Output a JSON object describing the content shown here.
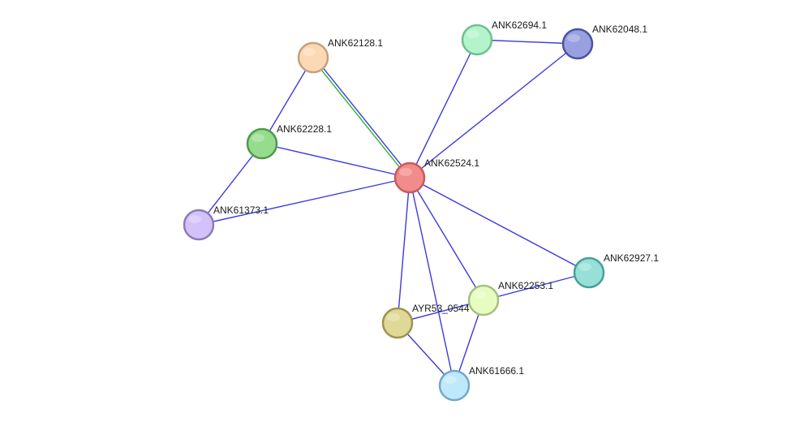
{
  "network": {
    "edge_color": "#3b3bdb",
    "edge_color_alt": "#2db32d",
    "nodes": [
      {
        "id": "ANK62524.1",
        "label": "ANK62524.1",
        "fill": "#f28b8b",
        "stroke": "#c85a5a"
      },
      {
        "id": "ANK62128.1",
        "label": "ANK62128.1",
        "fill": "#fcd9b6",
        "stroke": "#c7a07a"
      },
      {
        "id": "ANK62228.1",
        "label": "ANK62228.1",
        "fill": "#96dc8e",
        "stroke": "#4f9a48"
      },
      {
        "id": "ANK61373.1",
        "label": "ANK61373.1",
        "fill": "#d3c2fa",
        "stroke": "#8d7ab8"
      },
      {
        "id": "ANK62694.1",
        "label": "ANK62694.1",
        "fill": "#b4f4cc",
        "stroke": "#6fbf8f"
      },
      {
        "id": "ANK62048.1",
        "label": "ANK62048.1",
        "fill": "#98a0e0",
        "stroke": "#4a54a0"
      },
      {
        "id": "ANK62927.1",
        "label": "ANK62927.1",
        "fill": "#96e0d8",
        "stroke": "#4a9e96"
      },
      {
        "id": "ANK62253.1",
        "label": "ANK62253.1",
        "fill": "#e6fcc0",
        "stroke": "#a6c080"
      },
      {
        "id": "AYR53_0544",
        "label": "AYR53_0544",
        "fill": "#e0d896",
        "stroke": "#9c9450"
      },
      {
        "id": "ANK61666.1",
        "label": "ANK61666.1",
        "fill": "#c0e8fc",
        "stroke": "#74a8c8"
      }
    ],
    "edges": [
      {
        "source": "ANK62128.1",
        "target": "ANK62524.1",
        "multi": true
      },
      {
        "source": "ANK62128.1",
        "target": "ANK62228.1"
      },
      {
        "source": "ANK62228.1",
        "target": "ANK62524.1"
      },
      {
        "source": "ANK62228.1",
        "target": "ANK61373.1"
      },
      {
        "source": "ANK61373.1",
        "target": "ANK62524.1"
      },
      {
        "source": "ANK62694.1",
        "target": "ANK62524.1"
      },
      {
        "source": "ANK62694.1",
        "target": "ANK62048.1"
      },
      {
        "source": "ANK62048.1",
        "target": "ANK62524.1"
      },
      {
        "source": "ANK62524.1",
        "target": "ANK62927.1"
      },
      {
        "source": "ANK62524.1",
        "target": "ANK62253.1"
      },
      {
        "source": "ANK62524.1",
        "target": "AYR53_0544"
      },
      {
        "source": "ANK62524.1",
        "target": "ANK61666.1"
      },
      {
        "source": "ANK62253.1",
        "target": "ANK62927.1"
      },
      {
        "source": "ANK62253.1",
        "target": "AYR53_0544"
      },
      {
        "source": "ANK62253.1",
        "target": "ANK61666.1"
      },
      {
        "source": "AYR53_0544",
        "target": "ANK61666.1"
      }
    ]
  }
}
